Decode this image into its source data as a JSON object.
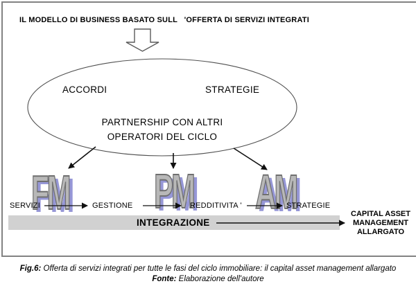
{
  "colors": {
    "frame_border": "#828282",
    "shape_stroke": "#4f4f4f",
    "arrow": "#111111",
    "bar_fill": "#d1d1d1",
    "block_fill": "#b8b8b8",
    "block_outline": "#6f6f6f",
    "block_shadow": "#9697d7"
  },
  "header": {
    "title": "IL MODELLO DI BUSINESS BASATO SULL   'OFFERTA DI SERVIZI INTEGRATI"
  },
  "ellipse": {
    "left_label": "ACCORDI",
    "right_label": "STRATEGIE",
    "center_line1": "PARTNERSHIP CON ALTRI",
    "center_line2": "OPERATORI DEL CICLO"
  },
  "blocks": [
    {
      "acronym": "FM"
    },
    {
      "acronym": "PM"
    },
    {
      "acronym": "AM"
    }
  ],
  "process_row": {
    "steps": [
      "SERVIZI",
      "GESTIONE",
      "REDDITIVITA '",
      "STRATEGIE"
    ]
  },
  "integration_bar": {
    "label": "INTEGRAZIONE"
  },
  "outcome": {
    "line1": "CAPITAL ASSET",
    "line2": "MANAGEMENT",
    "line3": "ALLARGATO"
  },
  "caption": {
    "fig_label": "Fig.6:",
    "fig_text": "Offerta di servizi integrati per tutte le fasi del ciclo immobiliare: il capital asset management allargato",
    "source_label": "Fonte:",
    "source_text": "Elaborazione dell'autore"
  }
}
